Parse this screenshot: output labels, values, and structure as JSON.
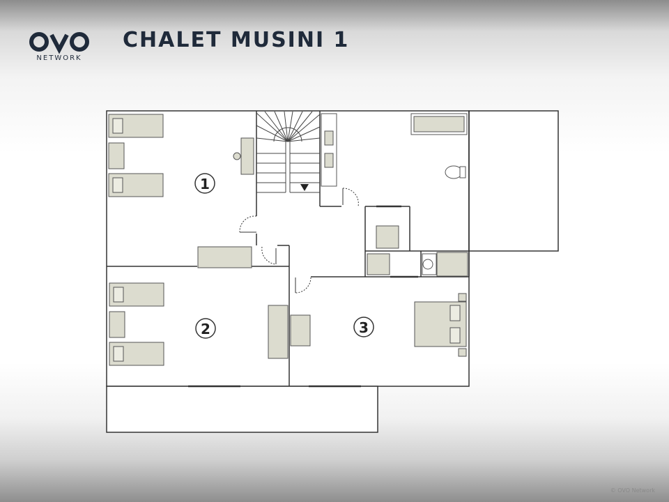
{
  "brand": {
    "logo_icon": "ovo-logo-icon",
    "wordmark": "NETWORK",
    "color": "#1f2a3a"
  },
  "title": "CHALET MUSINI 1",
  "rooms": [
    {
      "number": "1"
    },
    {
      "number": "2"
    },
    {
      "number": "3"
    }
  ],
  "colors": {
    "wall": "#333333",
    "furniture": "#dcdccf",
    "floor": "#ffffff"
  },
  "credit": "© OVO Network"
}
